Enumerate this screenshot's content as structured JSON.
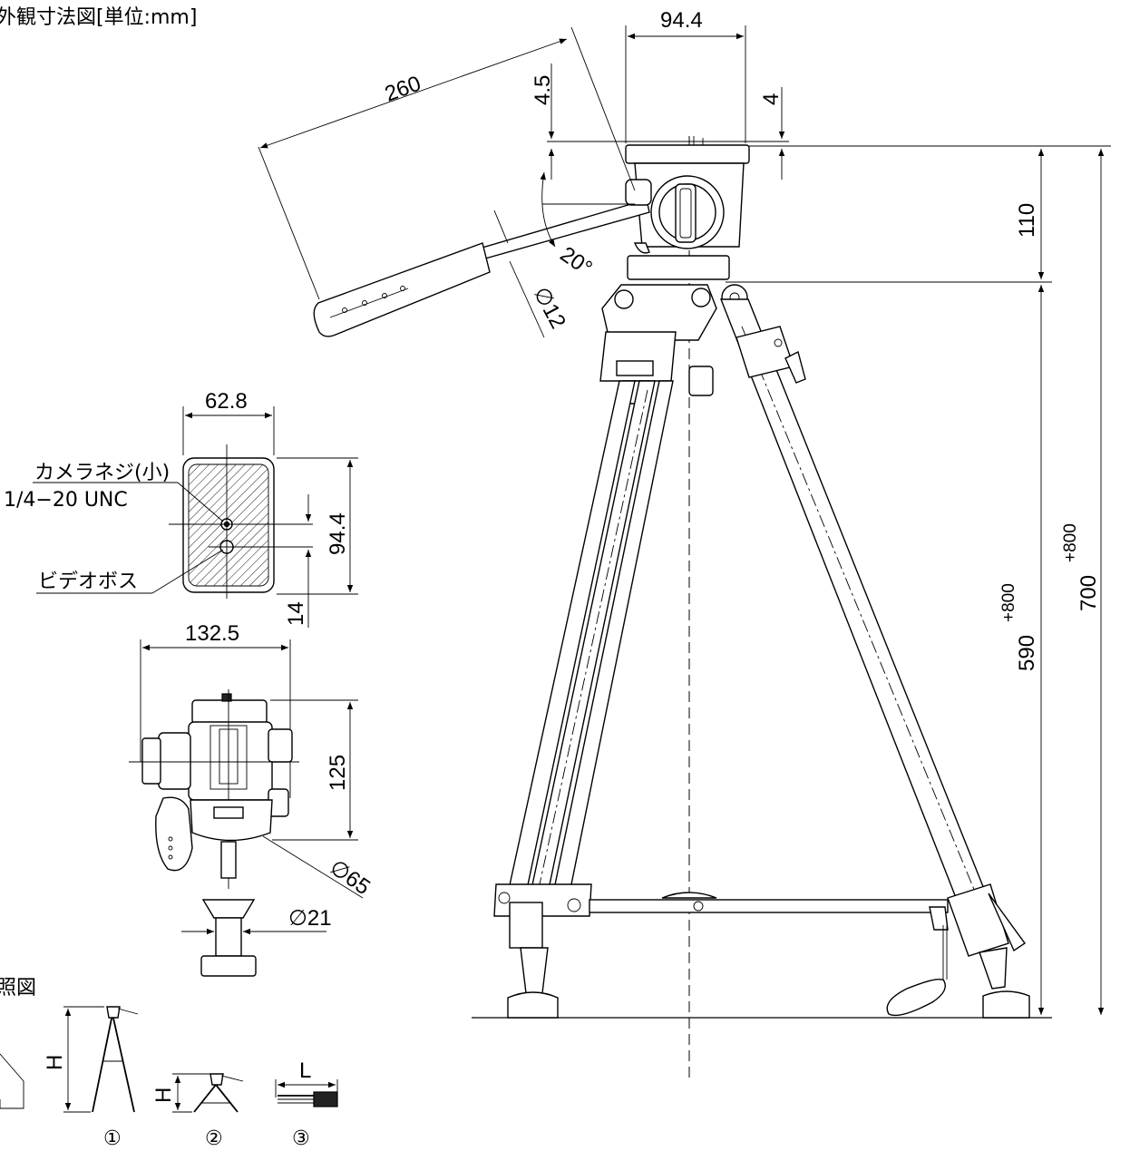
{
  "title": "外観寸法図[単位:mm]",
  "dims": {
    "handle_length": "260",
    "plate_offset": "4.5",
    "head_width": "94.4",
    "top_offset": "4",
    "head_height": "110",
    "tilt_angle": "20°",
    "handle_dia": "∅12",
    "plate_width": "62.8",
    "plate_length": "94.4",
    "screw_offset": "14",
    "head_side_width": "132.5",
    "head_side_height": "125",
    "base_dia": "∅65",
    "stem_dia": "∅21",
    "h1_base": "590",
    "h1_ext": "+800",
    "h2_base": "700",
    "h2_ext": "+800"
  },
  "labels": {
    "camera_screw": "カメラネジ(小)",
    "screw_spec": "1/4−20 UNC",
    "video_boss": "ビデオボス"
  },
  "reference": {
    "title": "照図",
    "H": "H",
    "L": "L",
    "n1": "①",
    "n2": "②",
    "n3": "③"
  }
}
